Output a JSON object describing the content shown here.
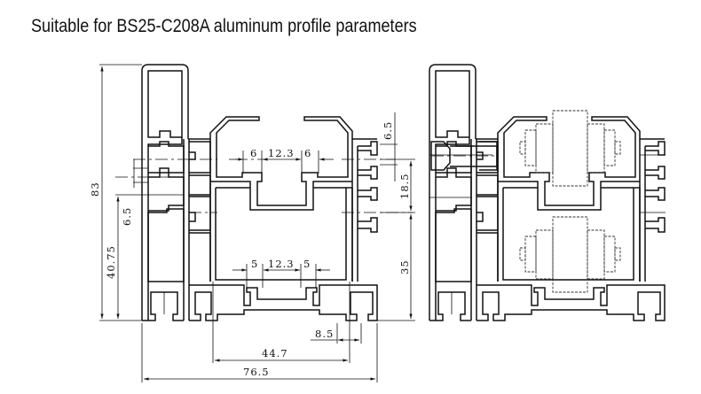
{
  "title": "Suitable for BS25-C208A aluminum profile parameters",
  "dimensions": {
    "overall_height": "83",
    "lower_height": "40.75",
    "left_slot": "6.5",
    "right_slot": "6.5",
    "right_spacing": "18.5",
    "right_lower": "35",
    "top_left": "6",
    "top_center": "12.3",
    "top_right": "6",
    "bottom_left": "5",
    "bottom_center": "12.3",
    "bottom_right": "5",
    "foot_width": "8.5",
    "inner_width": "44.7",
    "overall_width": "76.5"
  },
  "views": [
    "profile-cross-section",
    "profile-with-rollers"
  ]
}
